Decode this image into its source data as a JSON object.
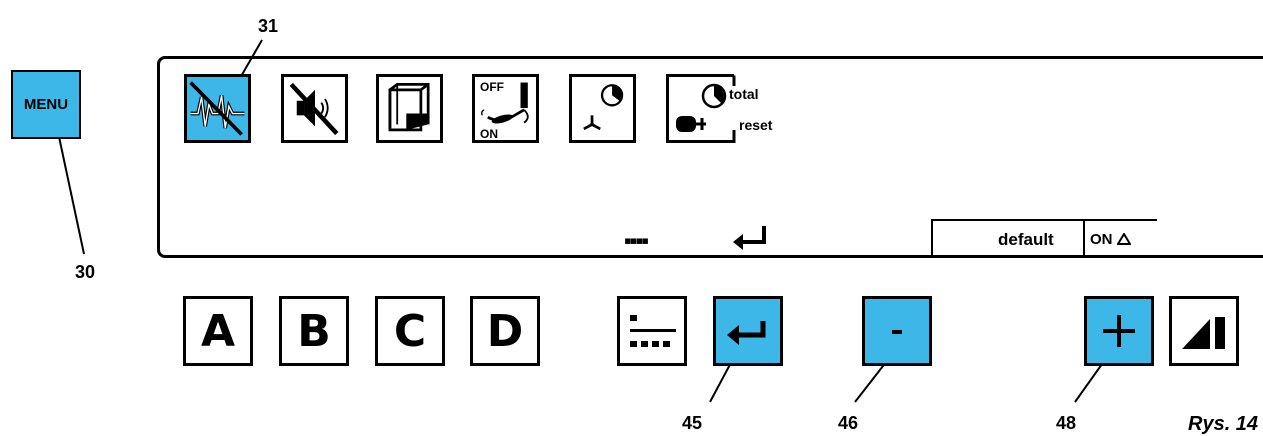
{
  "callouts": {
    "c31": "31",
    "c30": "30",
    "c45": "45",
    "c46": "46",
    "c48": "48"
  },
  "menu_button": {
    "label": "MENU"
  },
  "display": {
    "icons": [
      {
        "name": "ecg-waveform-icon",
        "selected": true
      },
      {
        "name": "mute-speaker-icon",
        "selected": false
      },
      {
        "name": "door-cabinet-icon",
        "selected": false
      },
      {
        "name": "off-on-handpiece-icon",
        "selected": false
      },
      {
        "name": "fan-timer-icon",
        "selected": false
      },
      {
        "name": "total-reset-timer-icon",
        "selected": false
      }
    ],
    "off_label": "OFF",
    "on_label": "ON",
    "total_label": "total",
    "reset_label": "reset",
    "dots_label": "▪▪▪▪",
    "status": {
      "default_label": "default",
      "on_label": "ON"
    }
  },
  "buttons": {
    "a": "A",
    "b": "B",
    "c": "C",
    "d": "D"
  },
  "figure_caption": "Rys. 14",
  "colors": {
    "accent": "#3cb7e8",
    "line": "#000000"
  }
}
